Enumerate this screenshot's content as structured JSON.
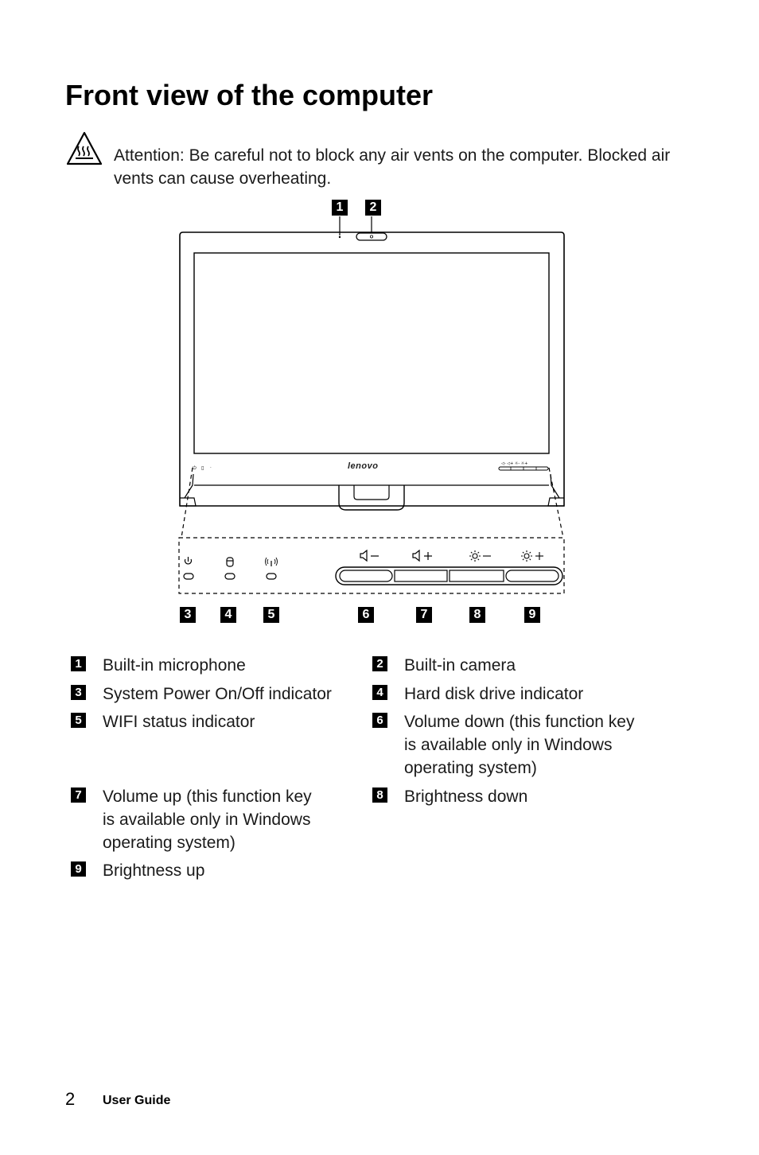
{
  "page": {
    "title": "Front view of the computer",
    "attention": {
      "label": "Attention:",
      "text": " Be careful not to block any air vents on the computer. Blocked air vents can cause overheating."
    },
    "figure": {
      "logo": "lenovo",
      "callouts": [
        "1",
        "2",
        "3",
        "4",
        "5",
        "6",
        "7",
        "8",
        "9"
      ]
    },
    "legend": [
      {
        "num": "1",
        "text": "Built-in microphone"
      },
      {
        "num": "2",
        "text": "Built-in camera"
      },
      {
        "num": "3",
        "text": "System Power On/Off indicator"
      },
      {
        "num": "4",
        "text": "Hard disk drive indicator"
      },
      {
        "num": "5",
        "text": "WIFI status indicator"
      },
      {
        "num": "6",
        "text": "Volume down (this function key is available only in Windows operating system)"
      },
      {
        "num": "7",
        "text": "Volume up (this function key is available only in Windows operating system)"
      },
      {
        "num": "8",
        "text": "Brightness down"
      },
      {
        "num": "9",
        "text": "Brightness up"
      }
    ],
    "footer": {
      "page_number": "2",
      "label": "User Guide"
    }
  }
}
